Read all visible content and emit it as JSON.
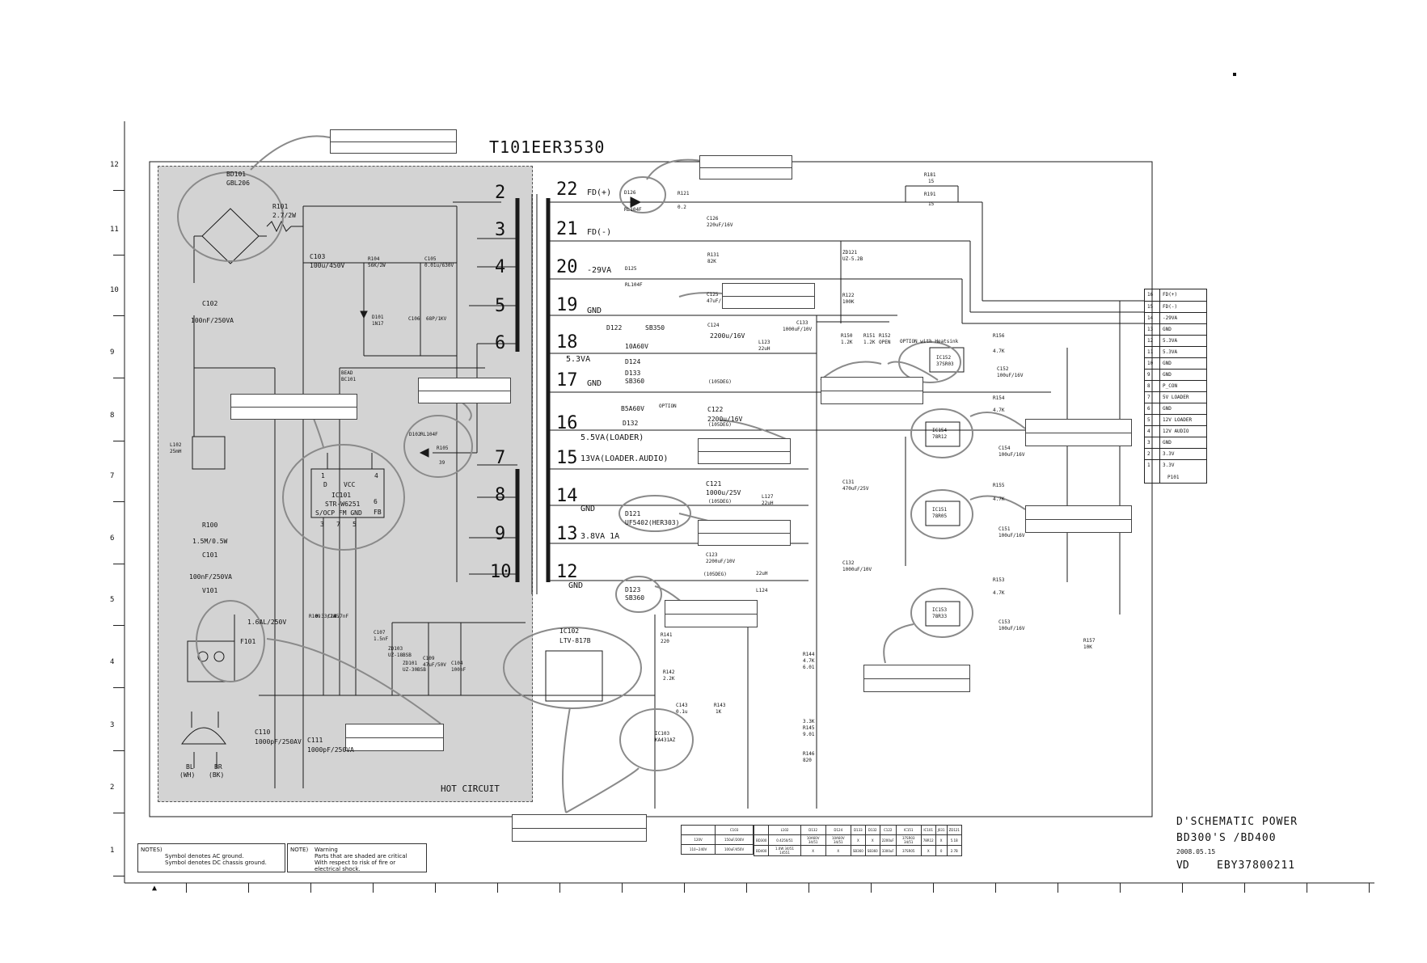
{
  "transformer": {
    "label": "T101EER3530"
  },
  "footer": {
    "title_line1": "D'SCHEMATIC POWER",
    "title_line2": "BD300'S /BD400",
    "date": "2008.05.15",
    "doc_prefix": "VD",
    "doc_number": "EBY37800211"
  },
  "row_numbers": [
    "12",
    "11",
    "10",
    "9",
    "8",
    "7",
    "6",
    "5",
    "4",
    "3",
    "2",
    "1"
  ],
  "hot_circuit_label": "HOT CIRCUIT",
  "primary_pins": [
    "2",
    "3",
    "4",
    "5",
    "6",
    "7",
    "8",
    "9",
    "10"
  ],
  "secondary_pins": [
    "22",
    "21",
    "20",
    "19",
    "18",
    "17",
    "16",
    "15",
    "14",
    "13",
    "12"
  ],
  "secondary_rails": {
    "p22": "FD(+)",
    "p21": "FD(-)",
    "p20": "-29VA",
    "p19": "GND",
    "p18": "5.3VA",
    "p17": "GND",
    "p16": "5.5VA(LOADER)",
    "p15": "13VA(LOADER.AUDIO)",
    "p14": "GND",
    "p13": "3.8VA 1A",
    "p12": "GND"
  },
  "components": {
    "bd101": "BD101",
    "bd101_part": "GBL206",
    "r101": "R101",
    "r101_val": "2.7/2W",
    "c103": "C103",
    "c103_val": "100u/450V",
    "r104": "R104",
    "r104_val": "56K/2W",
    "c105": "C105",
    "c105_val": "0.01u/630V",
    "d101": "D101",
    "d101_val": "1N17",
    "c106": "C106",
    "c106_val": "68P/1KV",
    "c102": "C102",
    "c102_val": "100nF/250VA",
    "bead": "BEAD",
    "bc101": "BC101",
    "l102": "L102",
    "l102_val": "25mH",
    "ic101": "IC101",
    "ic101_part": "STR-W6251",
    "ic101_d": "D",
    "ic101_vcc": "VCC",
    "ic101_fb": "FB",
    "ic101_pins": "S/OCP FM  GND",
    "ic101_pin1": "1",
    "ic101_pin4": "4",
    "ic101_pin6": "6",
    "ic101_pin3": "3",
    "ic101_pin7": "7",
    "ic101_pin5": "5",
    "d102": "D102",
    "d102_val": "RL104F",
    "r105": "R105",
    "r105_val": "39",
    "r100": "R100",
    "r100_val": "1.5M/0.5W",
    "c101": "C101",
    "c101_val": "100nF/250VA",
    "v101": "V101",
    "f101": "F101",
    "f101_val": "1.6AL/250V",
    "r109": "R109",
    "r109_val": "0.33/2W",
    "c115": "C115",
    "c115_val": "4.7nF",
    "c107": "C107",
    "c107_val": "1.5nF",
    "zd103": "ZD103",
    "zd103_val": "UZ-18BSB",
    "zd101": "ZD101",
    "zd101_val": "UZ-30BSB",
    "c109": "C109",
    "c109_val": "47uF/50V",
    "c104": "C104",
    "c104_val": "100nF",
    "c110": "C110",
    "c110_val": "1000pF/250AV",
    "c111": "C111",
    "c111_val": "1000pF/250VA",
    "plug_bl": "BL",
    "plug_br": "BR",
    "plug_wh": "(WH)",
    "plug_bk": "(BK)",
    "d126": "D126",
    "d126_val": "RL104F",
    "r121": "R121",
    "r121_val": "0.2",
    "c126": "C126",
    "c126_val": "220uF/16V",
    "r131": "R131",
    "r131_val": "82K",
    "zd121": "ZD121",
    "zd121_val": "UZ-5.2B",
    "d125": "D125",
    "d125_val": "RL104F",
    "r122": "R122",
    "r122_val": "100K",
    "c125": "C125",
    "c125_val": "47uF/",
    "d122": "D122",
    "d122_val": "SB350",
    "d124_val": "10A60V",
    "d124": "D124",
    "c124": "C124",
    "c124_val": "2200u/16V",
    "c133": "C133",
    "c133_val": "1000uF/10V",
    "l123": "L123",
    "l123_val": "22uH",
    "d133": "D133",
    "d133_val": "SB360",
    "d132_val": "B5A60V",
    "d132": "D132",
    "option": "OPTION",
    "c122": "C122",
    "c122_val": "2200u/16V",
    "deg105_a": "(105DEG)",
    "deg105_b": "(105DEG)",
    "deg105_c": "(105DEG)",
    "deg105_d": "(105DEG)",
    "c121": "C121",
    "c121_val": "1000u/25V",
    "l127": "L127",
    "l127_val": "22uH",
    "d121": "D121",
    "d121_val": "UF5402(HER303)",
    "c123": "C123",
    "c123_val": "2200uF/10V",
    "l124_val": "22uH",
    "l124": "L124",
    "d123": "D123",
    "d123_val": "SB360",
    "r181": "R181",
    "r181_val": "15",
    "r191": "R191",
    "r191_val": "15",
    "r150": "R150",
    "r150_val": "1.2K",
    "r151": "R151",
    "r151_val": "1.2K",
    "r152": "R152",
    "r152_val": "OPEN",
    "option_heatsink": "OPTION with Heatsink",
    "r156": "R156",
    "r156_val": "4.7K",
    "c152": "C152",
    "c152_val": "100uF/16V",
    "r154": "R154",
    "r154_val": "4.7K",
    "c154": "C154",
    "c154_val": "100uF/16V",
    "c131": "C131",
    "c131_val": "470uF/25V",
    "r155": "R155",
    "r155_val": "4.7K",
    "c151": "C151",
    "c151_val": "100uF/16V",
    "c132": "C132",
    "c132_val": "1000uF/10V",
    "r153": "R153",
    "r153_val": "4.7K",
    "c153": "C153",
    "c153_val": "100uF/16V",
    "r157": "R157",
    "r157_val": "10K",
    "ic102": "IC102",
    "ic102_part": "LTV-817B",
    "r141": "R141",
    "r141_val": "220",
    "r142": "R142",
    "r142_val": "2.2K",
    "c143": "C143",
    "c143_val": "0.1u",
    "r143": "R143",
    "r143_val": "1K",
    "r144": "R144",
    "r144_val": "4.7K",
    "r144_tol": "6.01",
    "r145": "R145",
    "r145_val": "3.3K",
    "r145_tol": "9.01",
    "r146": "R146",
    "r146_val": "820",
    "ic103": "IC103",
    "ic103_part": "KA431AZ",
    "reg1": "IC152",
    "reg1_part": "37SR03",
    "reg2": "IC154",
    "reg2_part": "78R12",
    "reg3": "IC151",
    "reg3_part": "78R05",
    "reg4": "IC153",
    "reg4_part": "78R33"
  },
  "connector": {
    "name": "P101",
    "pins": [
      {
        "n": "16",
        "s": "FD(+)"
      },
      {
        "n": "15",
        "s": "FD(-)"
      },
      {
        "n": "14",
        "s": "-29VA"
      },
      {
        "n": "13",
        "s": "GND"
      },
      {
        "n": "12",
        "s": "5.3VA"
      },
      {
        "n": "11",
        "s": "5.3VA"
      },
      {
        "n": "10",
        "s": "GND"
      },
      {
        "n": "9",
        "s": "GND"
      },
      {
        "n": "8",
        "s": "P_CON"
      },
      {
        "n": "7",
        "s": "5V LOADER"
      },
      {
        "n": "6",
        "s": "GND"
      },
      {
        "n": "5",
        "s": "12V LOADER"
      },
      {
        "n": "4",
        "s": "12V AUDIO"
      },
      {
        "n": "3",
        "s": "GND"
      },
      {
        "n": "2",
        "s": "3.3V"
      },
      {
        "n": "1",
        "s": "3.3V"
      }
    ]
  },
  "notes": {
    "left_title": "NOTES)",
    "left_line1": "Symbol denotes AC ground.",
    "left_line2": "Symbol denotes DC chassis ground.",
    "right_title": "NOTE)",
    "right_line1": "Warning",
    "right_line2": "Parts that are shaded are critical",
    "right_line3": "With respect to risk of fire or",
    "right_line4": "electrical shock."
  },
  "table_c103": {
    "header": [
      "",
      "C103"
    ],
    "rows": [
      [
        "120V",
        "150uF/200V"
      ],
      [
        "110~240V",
        "100uF/450V"
      ]
    ]
  },
  "table_models": {
    "header": [
      "",
      "L102",
      "D132",
      "D124",
      "D133",
      "D132",
      "C122",
      "IC151",
      "IC101",
      "J031",
      "ZD121"
    ],
    "rows": [
      [
        "BD300",
        "0.4250/51",
        "10A60V 34/51",
        "10A60V 34/51",
        "X",
        "X",
        "2200uF",
        "37SR03 34/51",
        "78R12",
        "X",
        "5.1B"
      ],
      [
        "BD400",
        "1.0W 34/51 14551",
        "X",
        "X",
        "SB360",
        "SB360",
        "3300uF",
        "37SR05",
        "X",
        "0",
        "2.7B"
      ]
    ]
  },
  "colors": {
    "hot_area": "#d3d3d3",
    "line": "#1a1a1a",
    "annotation": "#8a8a8a"
  }
}
